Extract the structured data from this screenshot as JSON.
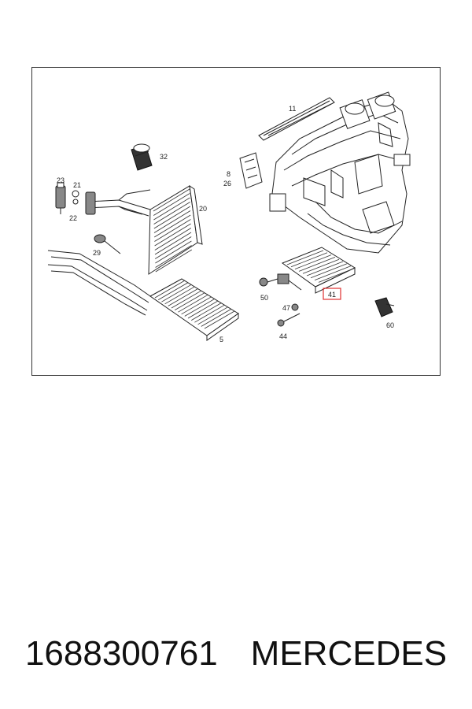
{
  "diagram": {
    "callouts": {
      "c11": "11",
      "c32": "32",
      "c8": "8",
      "c26": "26",
      "c23": "23",
      "c21": "21",
      "c22": "22",
      "c20": "20",
      "c29": "29",
      "c50": "50",
      "c41": "41",
      "c47": "47",
      "c44": "44",
      "c60": "60",
      "c5": "5"
    },
    "highlighted_callout": "41",
    "highlight_color": "#e03030"
  },
  "footer": {
    "part_number": "1688300761",
    "brand": "MERCEDES"
  }
}
